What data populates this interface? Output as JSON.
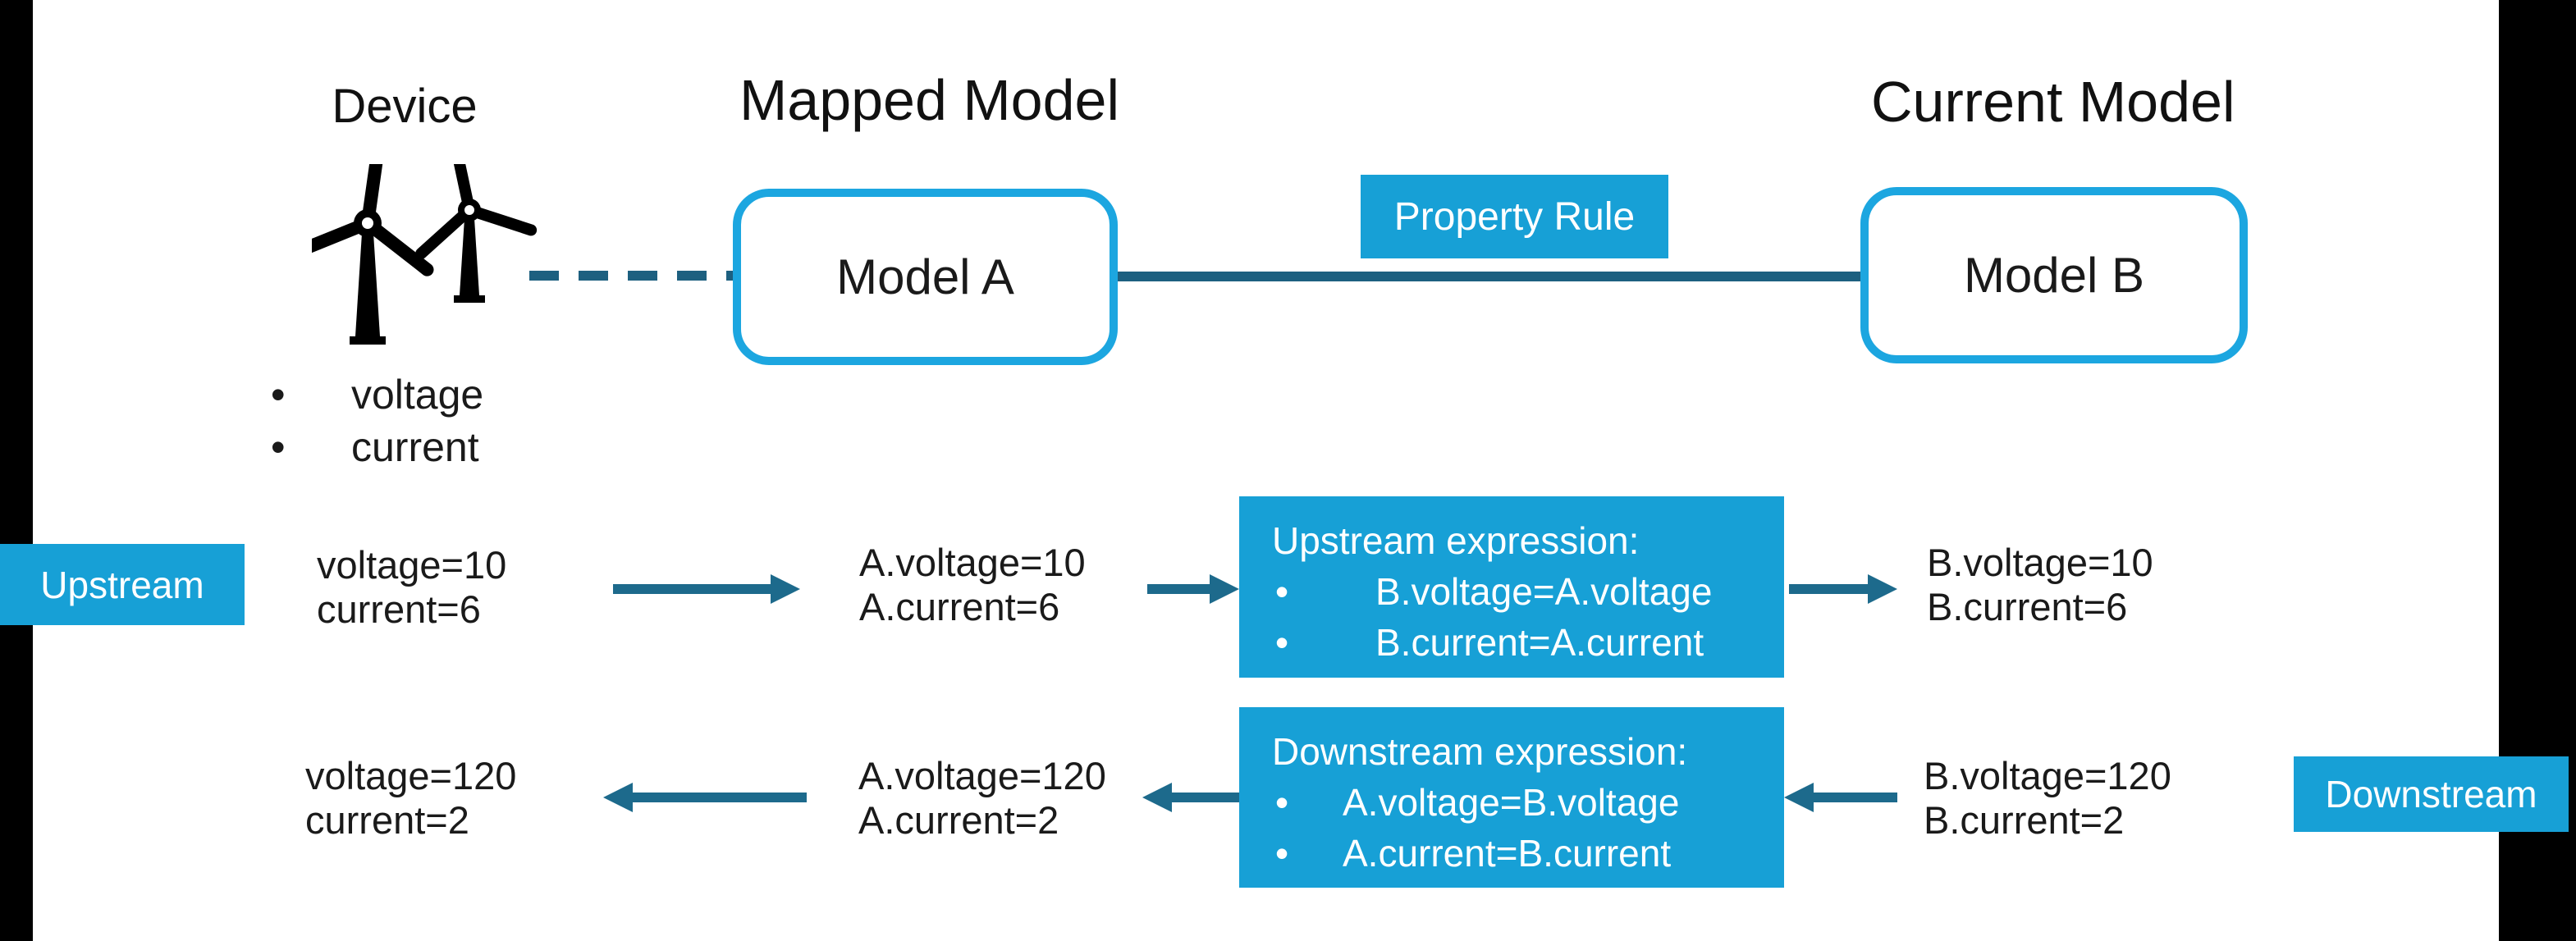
{
  "headings": {
    "device": "Device",
    "mapped_model": "Mapped Model",
    "current_model": "Current Model"
  },
  "models": {
    "model_a": "Model A",
    "model_b": "Model B"
  },
  "property_rule_label": "Property Rule",
  "icons": {
    "device": "wind-turbines-icon",
    "bullet": "•"
  },
  "device_properties": [
    "voltage",
    "current"
  ],
  "upstream": {
    "badge": "Upstream",
    "device_values": [
      "voltage=10",
      "current=6"
    ],
    "model_a_values": [
      "A.voltage=10",
      "A.current=6"
    ],
    "expression": {
      "title": "Upstream expression:",
      "rules": [
        "B.voltage=A.voltage",
        "B.current=A.current"
      ]
    },
    "model_b_values": [
      "B.voltage=10",
      "B.current=6"
    ]
  },
  "downstream": {
    "badge": "Downstream",
    "device_values": [
      "voltage=120",
      "current=2"
    ],
    "model_a_values": [
      "A.voltage=120",
      "A.current=2"
    ],
    "expression": {
      "title": "Downstream expression:",
      "rules": [
        "A.voltage=B.voltage",
        "A.current=B.current"
      ]
    },
    "model_b_values": [
      "B.voltage=120",
      "B.current=2"
    ]
  },
  "colors": {
    "accent_blue": "#17a0d6",
    "box_border_blue": "#1ca6e0",
    "arrow_teal": "#1d6a8c",
    "line_teal": "#1d6080",
    "edge_bar_black": "#000000",
    "text": "#1a1a1a"
  }
}
